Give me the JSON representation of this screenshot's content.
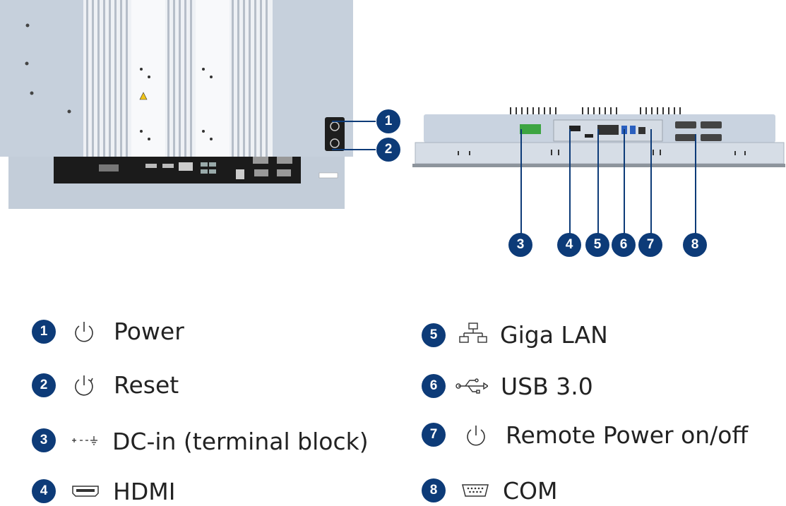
{
  "callouts": [
    "1",
    "2",
    "3",
    "4",
    "5",
    "6",
    "7",
    "8"
  ],
  "legend": [
    {
      "num": "1",
      "icon": "power-icon",
      "label": "Power"
    },
    {
      "num": "2",
      "icon": "reset-icon",
      "label": "Reset"
    },
    {
      "num": "3",
      "icon": "dc-in-icon",
      "label": "DC-in (terminal block)"
    },
    {
      "num": "4",
      "icon": "hdmi-icon",
      "label": "HDMI"
    },
    {
      "num": "5",
      "icon": "lan-icon",
      "label": "Giga LAN"
    },
    {
      "num": "6",
      "icon": "usb-icon",
      "label": "USB 3.0"
    },
    {
      "num": "7",
      "icon": "power-icon",
      "label": "Remote Power on/off"
    },
    {
      "num": "8",
      "icon": "com-icon",
      "label": "COM"
    }
  ],
  "colors": {
    "badge": "#0d3b78",
    "chassis": "#c9d3e0",
    "heatsink": "#f2f4f7",
    "io_panel": "#1b1b1b"
  }
}
